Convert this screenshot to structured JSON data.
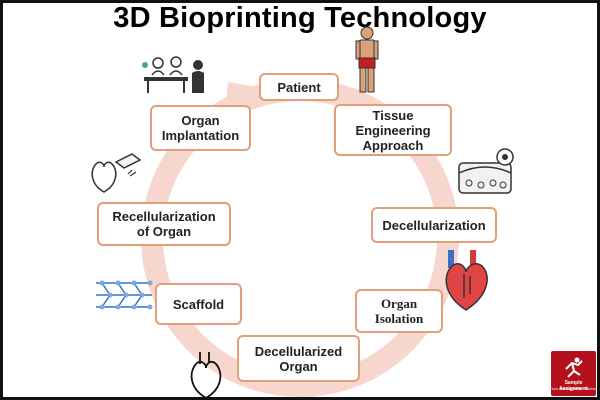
{
  "title": "3D Bioprinting Technology",
  "nodes": {
    "patient": "Patient",
    "tissue": "Tissue\nEngineering\nApproach",
    "decell": "Decellularization",
    "isolation": "Organ\nIsolation",
    "decell_organ": "Decellularized\nOrgan",
    "scaffold": "Scaffold",
    "recell": "Recellularization\nof Organ",
    "implant": "Organ\nImplantation"
  },
  "logo": {
    "line1": "Sample Assignment",
    "line2": "Your Best Academic Solution"
  },
  "colors": {
    "ring": "#f6d6cd",
    "node_border": "#e0a07a",
    "logo_bg": "#b3121c"
  },
  "icons": [
    "surgery-team-icon",
    "person-icon",
    "tissue-cells-icon",
    "heart-vessels-icon",
    "heart-icon",
    "scaffold-mesh-icon",
    "heart-hand-icon"
  ]
}
